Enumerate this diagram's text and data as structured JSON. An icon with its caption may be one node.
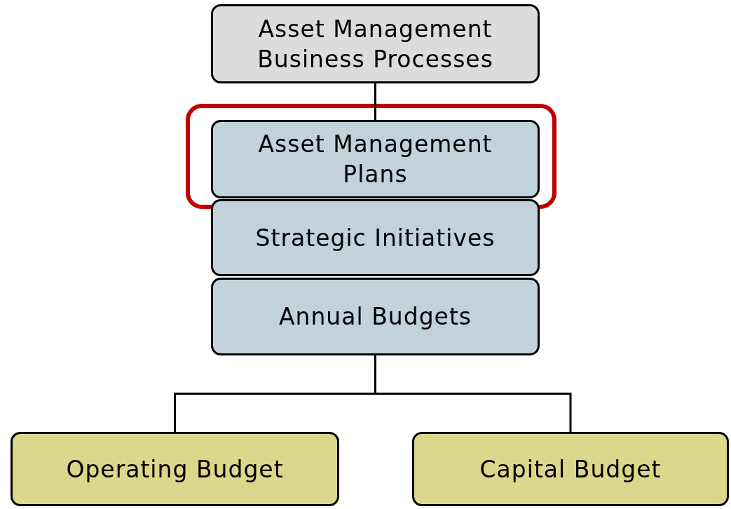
{
  "diagram": {
    "nodes": [
      {
        "text": [
          "Asset Management Business Processes"
        ]
      },
      {
        "text": [
          "Asset Management Plans"
        ]
      },
      {
        "text": [
          "Strategic Initiatives"
        ]
      },
      {
        "text": [
          "Annual Budgets"
        ]
      },
      {
        "text": [
          "Operating Budget"
        ]
      },
      {
        "text": [
          "Capital Budget"
        ]
      }
    ],
    "edges": [
      {
        "from": 0,
        "to": 1,
        "arrow": "none"
      },
      {
        "from": 3,
        "to": 4,
        "arrow": "none"
      },
      {
        "from": 3,
        "to": 5,
        "arrow": "none"
      }
    ]
  }
}
